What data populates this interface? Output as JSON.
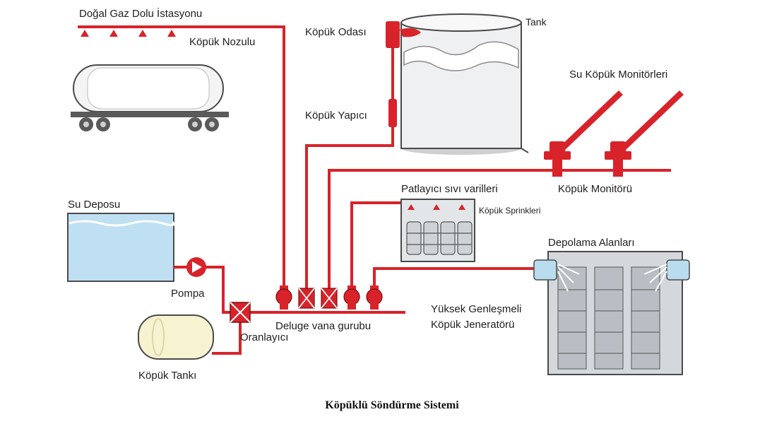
{
  "labels": {
    "gas_station": "Doğal Gaz Dolu İstasyonu",
    "foam_nozzle": "Köpük Nozulu",
    "foam_chamber": "Köpük Odası",
    "tank": "Tank",
    "foam_maker": "Köpük Yapıcı",
    "water_foam_monitors": "Su Köpük Monitörleri",
    "foam_monitor": "Köpük Monitörü",
    "explosive_drums": "Patlayıcı sıvı varilleri",
    "foam_sprinklers": "Köpük Sprinkleri",
    "water_tank": "Su Deposu",
    "pump": "Pompa",
    "storage_areas": "Depolama Alanları",
    "hi_ex_line1": "Yüksek Genleşmeli",
    "hi_ex_line2": "Köpük Jeneratörü",
    "deluge_group": "Deluge vana gurubu",
    "proportioner": "Oranlayıcı",
    "foam_tank": "Köpük Tankı"
  },
  "caption": "Köpüklü Söndürme Sistemi",
  "colors": {
    "pipe": "#d8232a",
    "valve": "#d8232a",
    "water": "#bfe0f2",
    "foam_tank_fill": "#f7f2d0",
    "equipment_gray": "#d9dde1"
  }
}
